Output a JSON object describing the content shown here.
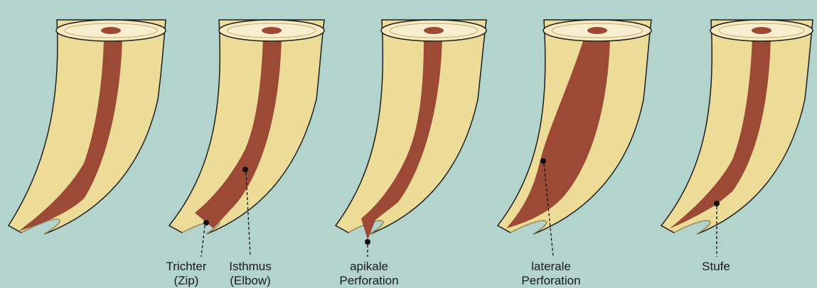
{
  "colors": {
    "background": "#b3d4cc",
    "dentin": "#ecdc98",
    "dentin_edge": "#b9a35c",
    "canal": "#9c4a36",
    "outline": "#1e1e1e",
    "dot": "#111111"
  },
  "teeth": [
    {
      "name": "tooth-intact",
      "defect": "none"
    },
    {
      "name": "tooth-zip-elbow",
      "defect": "zip-and-elbow"
    },
    {
      "name": "tooth-apical-perforation",
      "defect": "apical-perforation"
    },
    {
      "name": "tooth-lateral-perforation",
      "defect": "lateral-perforation"
    },
    {
      "name": "tooth-ledge",
      "defect": "ledge"
    }
  ],
  "labels": {
    "zip": {
      "line1": "Trichter",
      "line2": "(Zip)"
    },
    "elbow": {
      "line1": "Isthmus",
      "line2": "(Elbow)"
    },
    "apical": {
      "line1": "apikale",
      "line2": "Perforation"
    },
    "lateral": {
      "line1": "laterale",
      "line2": "Perforation"
    },
    "ledge": {
      "line1": "Stufe"
    }
  }
}
